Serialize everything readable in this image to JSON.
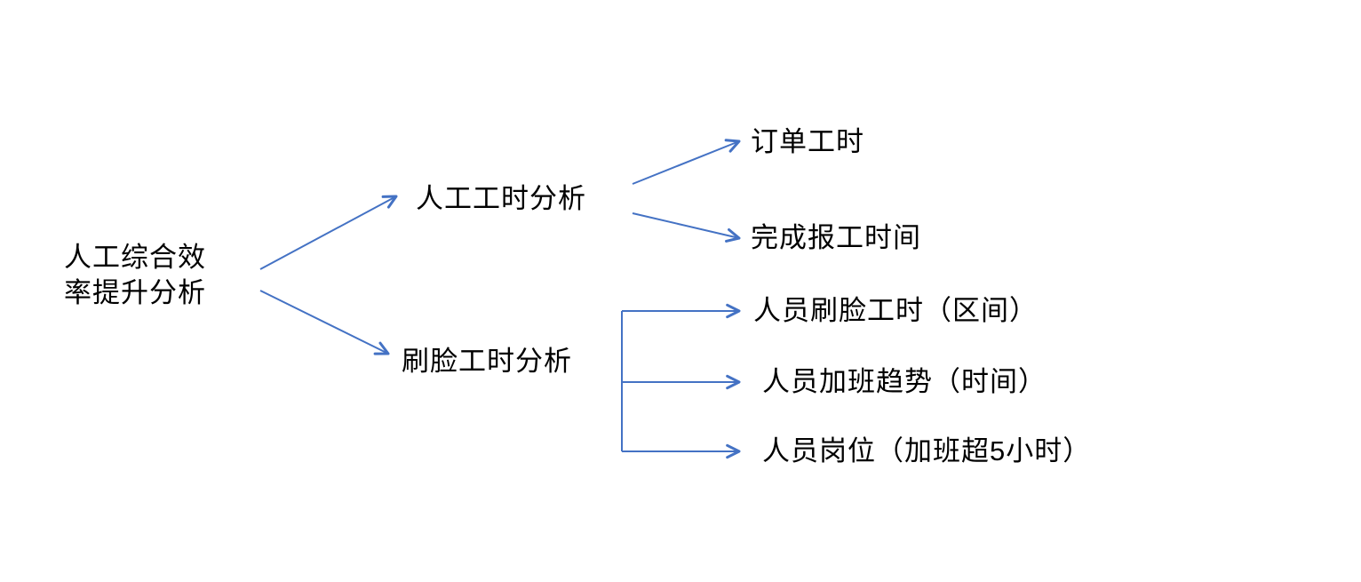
{
  "diagram": {
    "title": "人工综合效率提升分析",
    "root": {
      "label": "人工综合效率提升分析",
      "lines": [
        "人工综合效",
        "率提升分析"
      ]
    },
    "branches": [
      {
        "label": "人工工时分析",
        "children": [
          {
            "label": "订单工时"
          },
          {
            "label": "完成报工时间"
          }
        ]
      },
      {
        "label": "刷脸工时分析",
        "children": [
          {
            "label": "人员刷脸工时（区间）"
          },
          {
            "label": "人员加班趋势（时间）"
          },
          {
            "label": "人员岗位（加班超5小时）"
          }
        ]
      }
    ],
    "colors": {
      "arrow": "#4472C4",
      "text": "#000000",
      "background": "#FFFFFF"
    }
  }
}
